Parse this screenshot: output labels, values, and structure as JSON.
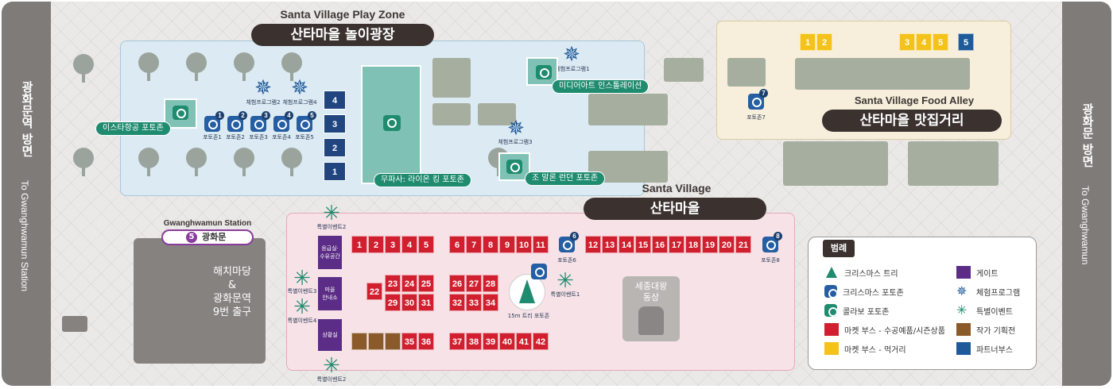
{
  "side_left": {
    "ko": "광화문역 방면",
    "en": "To Gwanghwamun Station"
  },
  "side_right": {
    "ko": "광화문 방면",
    "en": "To Gwanghwamun"
  },
  "play_zone": {
    "title_en": "Santa Village Play Zone",
    "title_ko": "산타마을 놀이광장",
    "incheon_label": "이스타항공 포토존",
    "mufasa_label": "무파사: 라이온 킹 포토존",
    "mediart_label": "미디어아트 인스톨레이션",
    "jomalone_label": "조 말론 런던 포토존",
    "numbered_blocks": [
      "4",
      "3",
      "2",
      "1"
    ],
    "photo_spots": [
      {
        "num": "1",
        "label": "포토존1"
      },
      {
        "num": "2",
        "label": "포토존2"
      },
      {
        "num": "3",
        "label": "포토존3"
      },
      {
        "num": "4",
        "label": "포토존4"
      },
      {
        "num": "5",
        "label": "포토존5"
      }
    ],
    "programs": [
      "체험프로그램2",
      "체험프로그램4",
      "체험프로그램1",
      "체험프로그램3"
    ]
  },
  "food_alley": {
    "title_en": "Santa Village Food Alley",
    "title_ko": "산타마을 맛집거리",
    "yellow_booths": [
      "1",
      "2",
      "3",
      "4",
      "5"
    ],
    "blue_booths": [
      "5"
    ],
    "photo_spot": {
      "num": "7",
      "label": "포토존7"
    }
  },
  "santa_village": {
    "title_en": "Santa Village",
    "title_ko": "산타마을",
    "row1_a": [
      "1",
      "2",
      "3",
      "4",
      "5"
    ],
    "row1_b": [
      "6",
      "7",
      "8",
      "9",
      "10",
      "11"
    ],
    "row1_c": [
      "12",
      "13",
      "14",
      "15",
      "16",
      "17",
      "18",
      "19",
      "20",
      "21"
    ],
    "booth_22": "22",
    "row2_top": [
      "23",
      "24",
      "25"
    ],
    "row2_bot": [
      "29",
      "30",
      "31"
    ],
    "row2b_top": [
      "26",
      "27",
      "28"
    ],
    "row2b_bot": [
      "32",
      "33",
      "34"
    ],
    "row3_a": [
      "35",
      "36"
    ],
    "row3_b": [
      "37",
      "38",
      "39",
      "40",
      "41",
      "42"
    ],
    "photo6": {
      "num": "6",
      "label": "포토존6"
    },
    "photo8": {
      "num": "8",
      "label": "포토존8"
    },
    "tree_label": "15m 트리 포토존",
    "statue_label": "세종대왕\n동상",
    "gate1": "응급실·수유공간",
    "gate2": "마을\n안내소",
    "gate3": "상황실",
    "events": [
      "특별이벤트2",
      "특별이벤트3",
      "특별이벤트4",
      "특별이벤트1",
      "특별이벤트2"
    ]
  },
  "station": {
    "title_en": "Gwanghwamun Station",
    "line": "5",
    "name": "광화문",
    "exit_text": "해치마당\n&\n광화문역\n9번 출구"
  },
  "legend": {
    "title": "범례",
    "items": [
      "크리스마스 트리",
      "게이트",
      "크리스마스 포토존",
      "체험프로그램",
      "콜라보 포토존",
      "특별이벤트",
      "마켓 부스 - 수공예품/시즌상품",
      "작가 기획전",
      "마켓 부스 - 먹거리",
      "파트너부스"
    ]
  },
  "colors": {
    "market_red": "#d0202f",
    "food_yellow": "#f4c21a",
    "partner_blue": "#1f5a9a",
    "artist_brown": "#8b5a2b",
    "gate_purple": "#5b2d86",
    "collab_green": "#1f8b6f"
  }
}
